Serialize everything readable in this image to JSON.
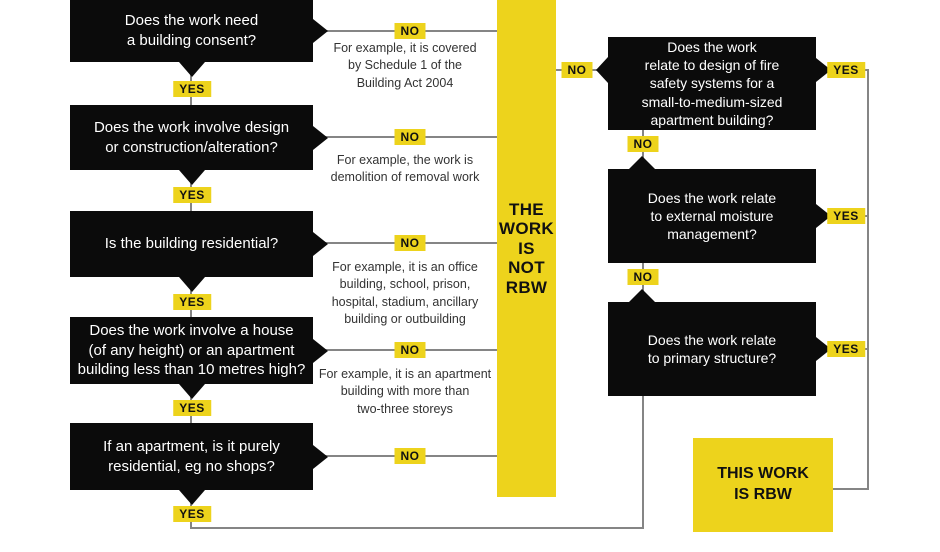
{
  "labels": {
    "yes": "YES",
    "no": "NO"
  },
  "colors": {
    "yellow": "#EDD31C",
    "box_black": "#0B0B0B",
    "line_gray": "#858585"
  },
  "left_flow": {
    "questions": [
      {
        "text": "Does the work need\na building consent?",
        "example": "For example, it is covered\nby Schedule 1 of the\nBuilding Act 2004"
      },
      {
        "text": "Does the work involve design\nor construction/alteration?",
        "example": "For example, the work is\ndemolition of removal work"
      },
      {
        "text": "Is the building residential?",
        "example": "For example, it is an office\nbuilding, school, prison,\nhospital, stadium, ancillary\nbuilding or outbuilding"
      },
      {
        "text": "Does the work involve a house\n(of any height) or an apartment\nbuilding less than 10 metres high?",
        "example": "For example, it is an apartment\nbuilding with more than\ntwo-three storeys"
      },
      {
        "text": "If an apartment, is it purely\nresidential, eg no shops?",
        "example": ""
      }
    ]
  },
  "center": {
    "not_rbw": "THE\nWORK\nIS\nNOT\nRBW"
  },
  "right_flow": {
    "questions": [
      "Does the work\nrelate to design of fire\nsafety systems for a\nsmall-to-medium-sized\napartment building?",
      "Does the work relate\nto external moisture\nmanagement?",
      "Does the work relate\nto primary structure?"
    ]
  },
  "result": {
    "text": "THIS WORK\nIS RBW"
  }
}
